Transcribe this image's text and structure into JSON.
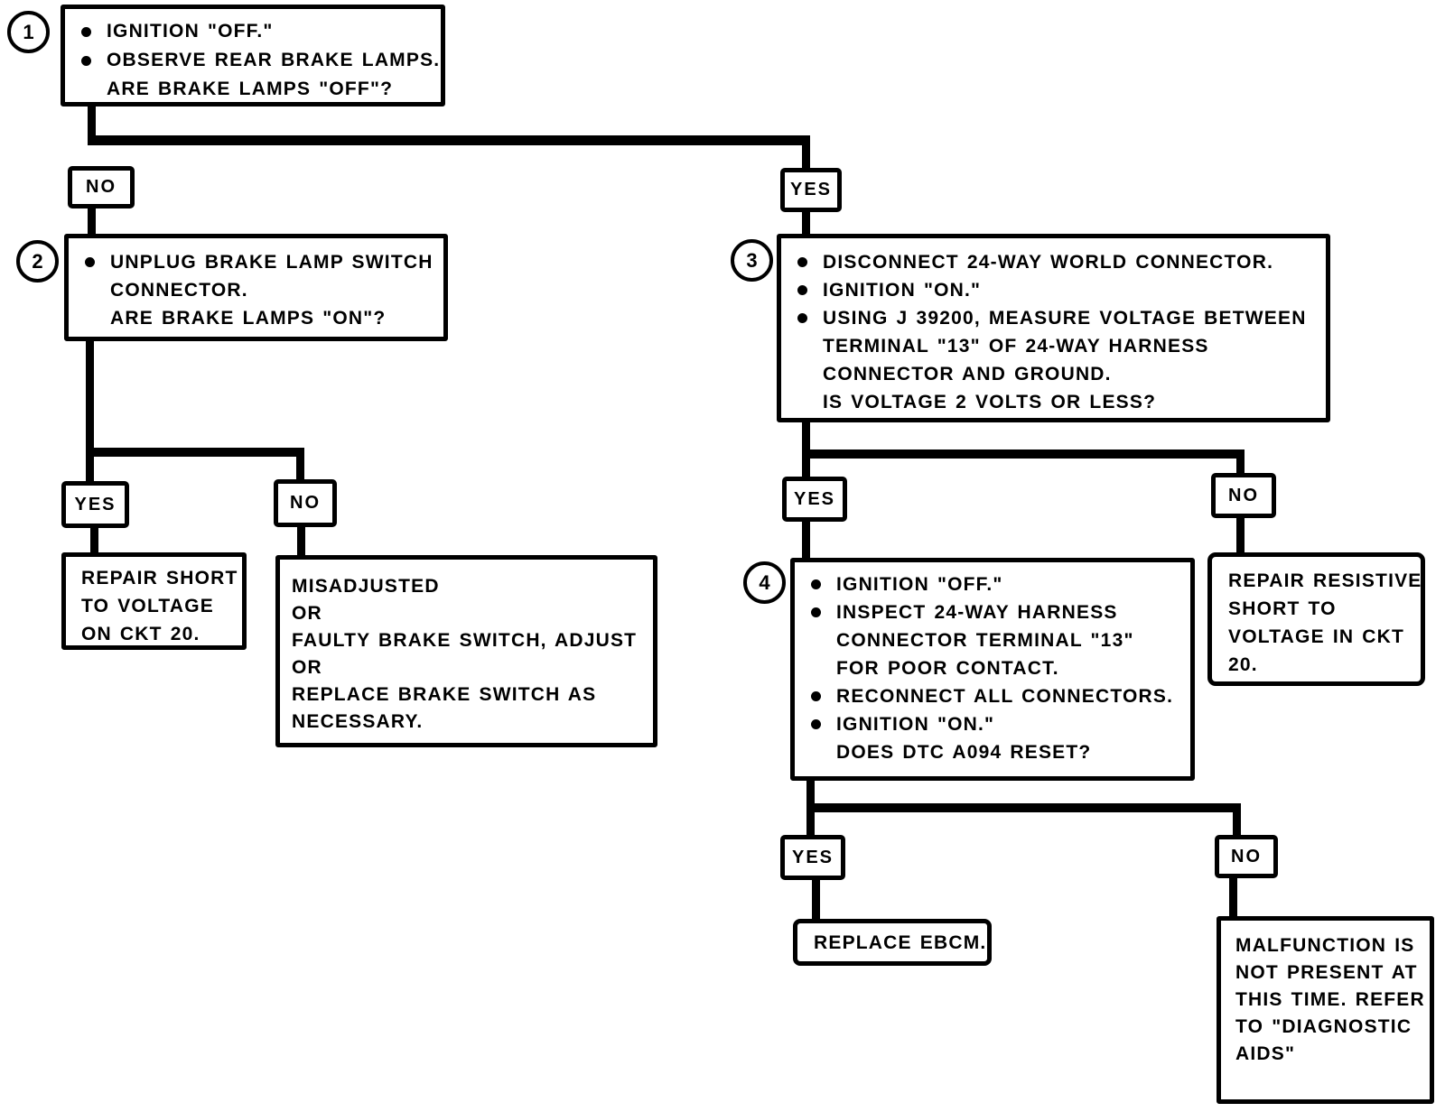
{
  "palette": {
    "ink": "#000000",
    "paper": "#ffffff"
  },
  "steps": {
    "s1": {
      "num": "1",
      "lines": [
        "IGNITION \"OFF.\"",
        "OBSERVE REAR BRAKE LAMPS.",
        "ARE BRAKE LAMPS \"OFF\"?"
      ]
    },
    "s2": {
      "num": "2",
      "lines": [
        "UNPLUG BRAKE LAMP SWITCH",
        "CONNECTOR.",
        "ARE BRAKE LAMPS \"ON\"?"
      ]
    },
    "s3": {
      "num": "3",
      "lines": [
        "DISCONNECT 24-WAY WORLD CONNECTOR.",
        "IGNITION \"ON.\"",
        "USING J 39200, MEASURE VOLTAGE BETWEEN",
        "TERMINAL \"13\" OF 24-WAY HARNESS",
        "CONNECTOR AND GROUND.",
        "IS VOLTAGE 2 VOLTS OR LESS?"
      ]
    },
    "s4": {
      "num": "4",
      "lines": [
        "IGNITION \"OFF.\"",
        "INSPECT 24-WAY HARNESS",
        "CONNECTOR TERMINAL \"13\"",
        "FOR POOR CONTACT.",
        "RECONNECT ALL CONNECTORS.",
        "IGNITION \"ON.\"",
        "DOES DTC A094 RESET?"
      ]
    }
  },
  "labels": {
    "no1": "NO",
    "yes1": "YES",
    "yes2": "YES",
    "no2": "NO",
    "yes3": "YES",
    "no3": "NO",
    "yes4": "YES",
    "no4": "NO"
  },
  "outcomes": {
    "repair_short": {
      "lines": [
        "REPAIR SHORT",
        "TO VOLTAGE",
        "ON CKT 20."
      ]
    },
    "misadjusted": {
      "lines": [
        "MISADJUSTED",
        "OR",
        "FAULTY BRAKE SWITCH, ADJUST",
        "OR",
        "REPLACE BRAKE SWITCH AS",
        "NECESSARY."
      ]
    },
    "repair_resistive": {
      "lines": [
        "REPAIR RESISTIVE",
        "SHORT TO",
        "VOLTAGE IN CKT",
        "20."
      ]
    },
    "replace_ebcm": {
      "lines": [
        "REPLACE EBCM."
      ]
    },
    "malfunction": {
      "lines": [
        "MALFUNCTION IS",
        "NOT PRESENT AT",
        "THIS TIME.  REFER",
        "TO \"DIAGNOSTIC",
        "AIDS\""
      ]
    }
  }
}
